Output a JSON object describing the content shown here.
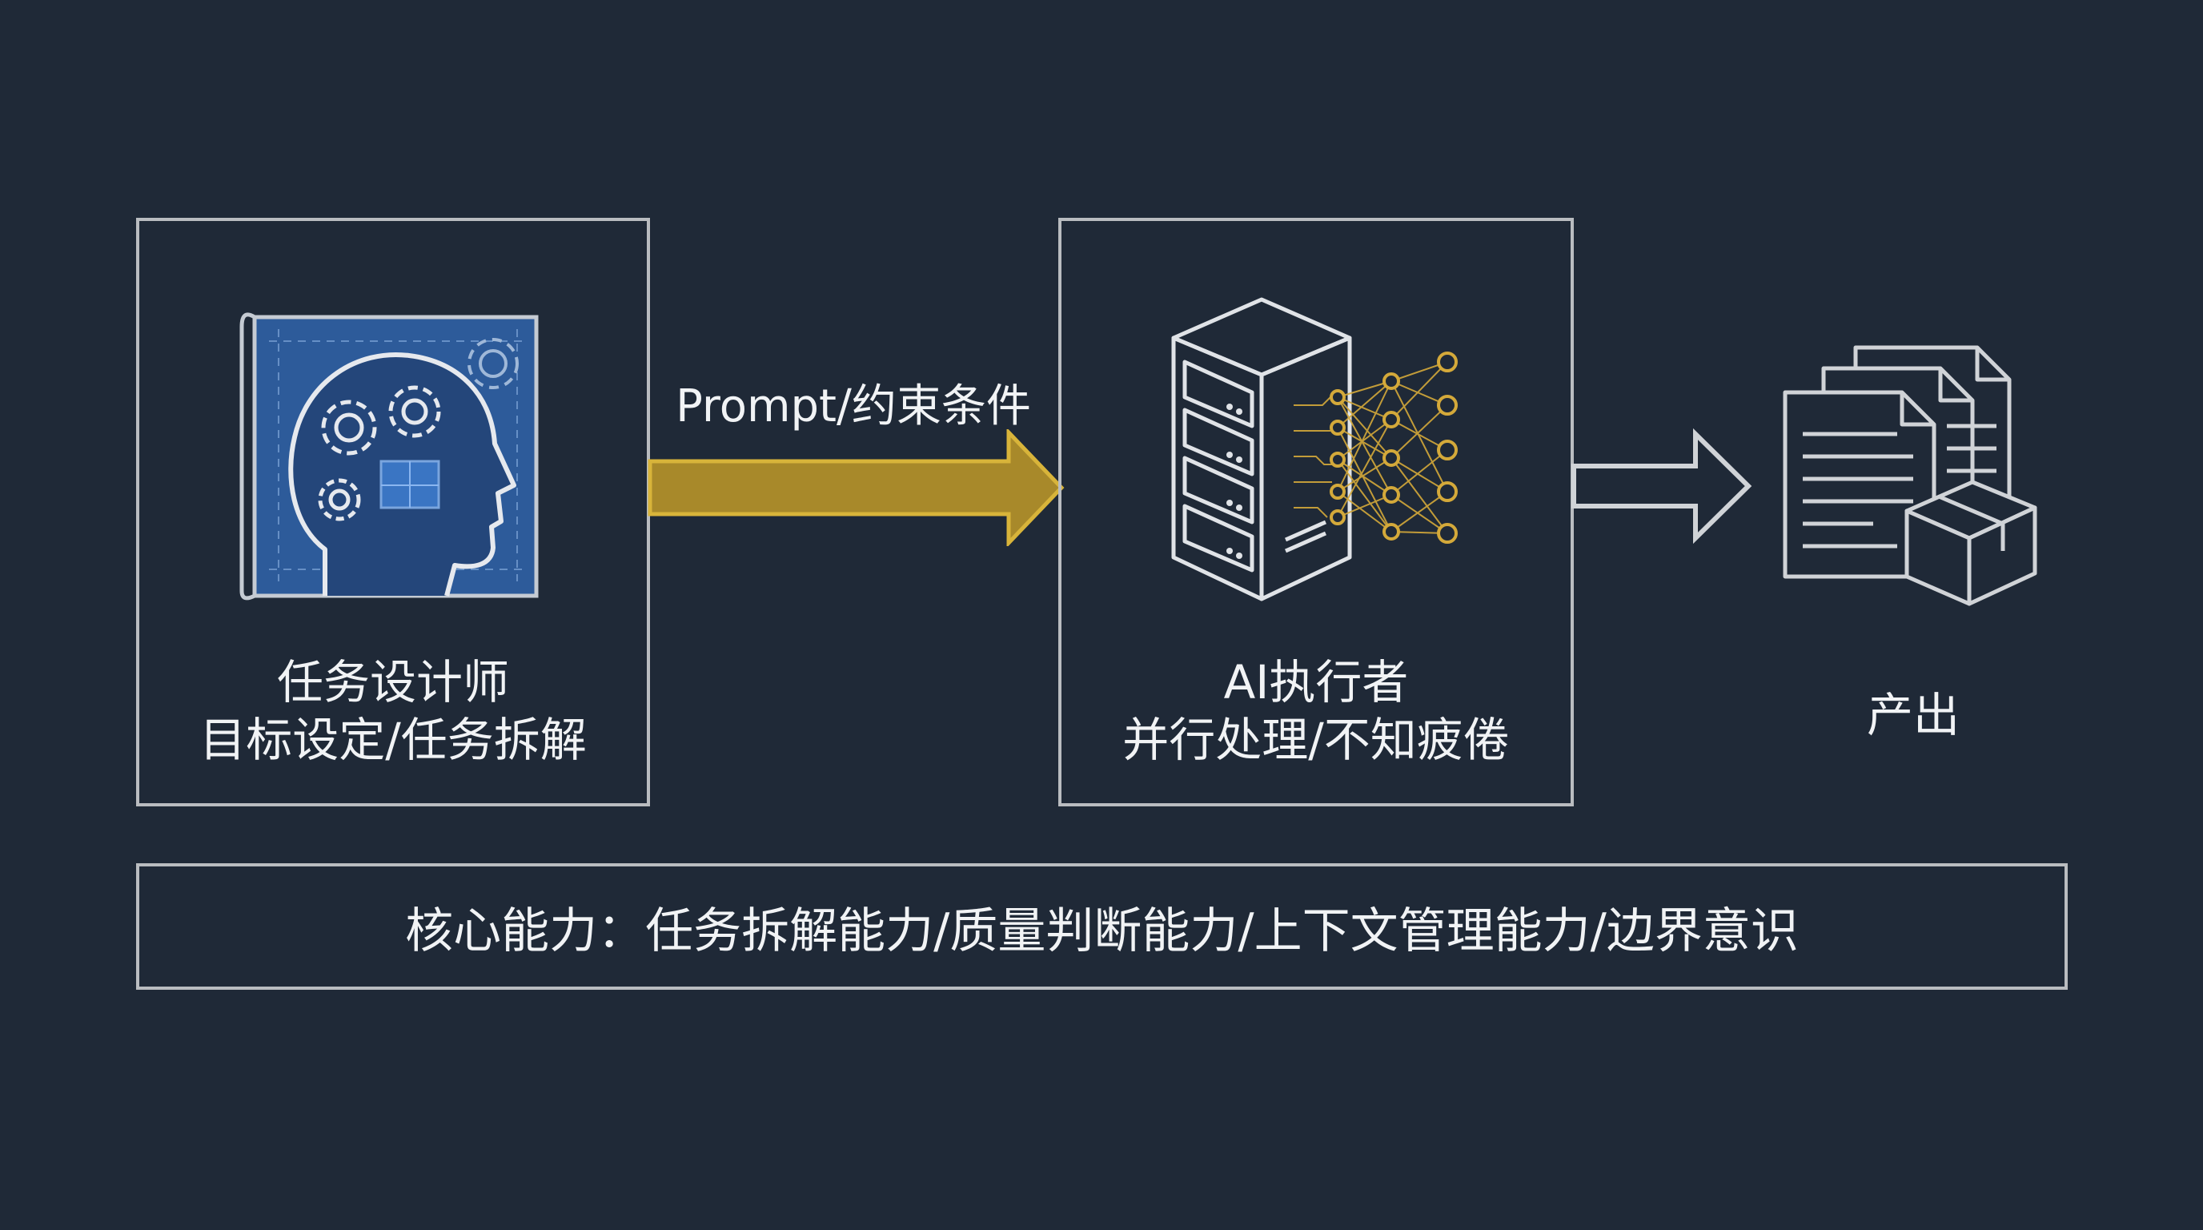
{
  "designer": {
    "title": "任务设计师",
    "subtitle": "目标设定/任务拆解",
    "icon": "head-with-gears-blueprint-icon"
  },
  "prompt_arrow": {
    "label": "Prompt/约束条件",
    "color": "#c9a42c"
  },
  "executor": {
    "title": "AI执行者",
    "subtitle": "并行处理/不知疲倦",
    "icon": "server-neural-network-icon"
  },
  "output": {
    "label": "产出",
    "icon": "documents-and-package-icon"
  },
  "core_capabilities": {
    "text": "核心能力：任务拆解能力/质量判断能力/上下文管理能力/边界意识"
  },
  "colors": {
    "background": "#1f2937",
    "outline": "#b9bcc0",
    "accent_gold": "#c9a42c",
    "blueprint_blue": "#2d5b9a"
  }
}
